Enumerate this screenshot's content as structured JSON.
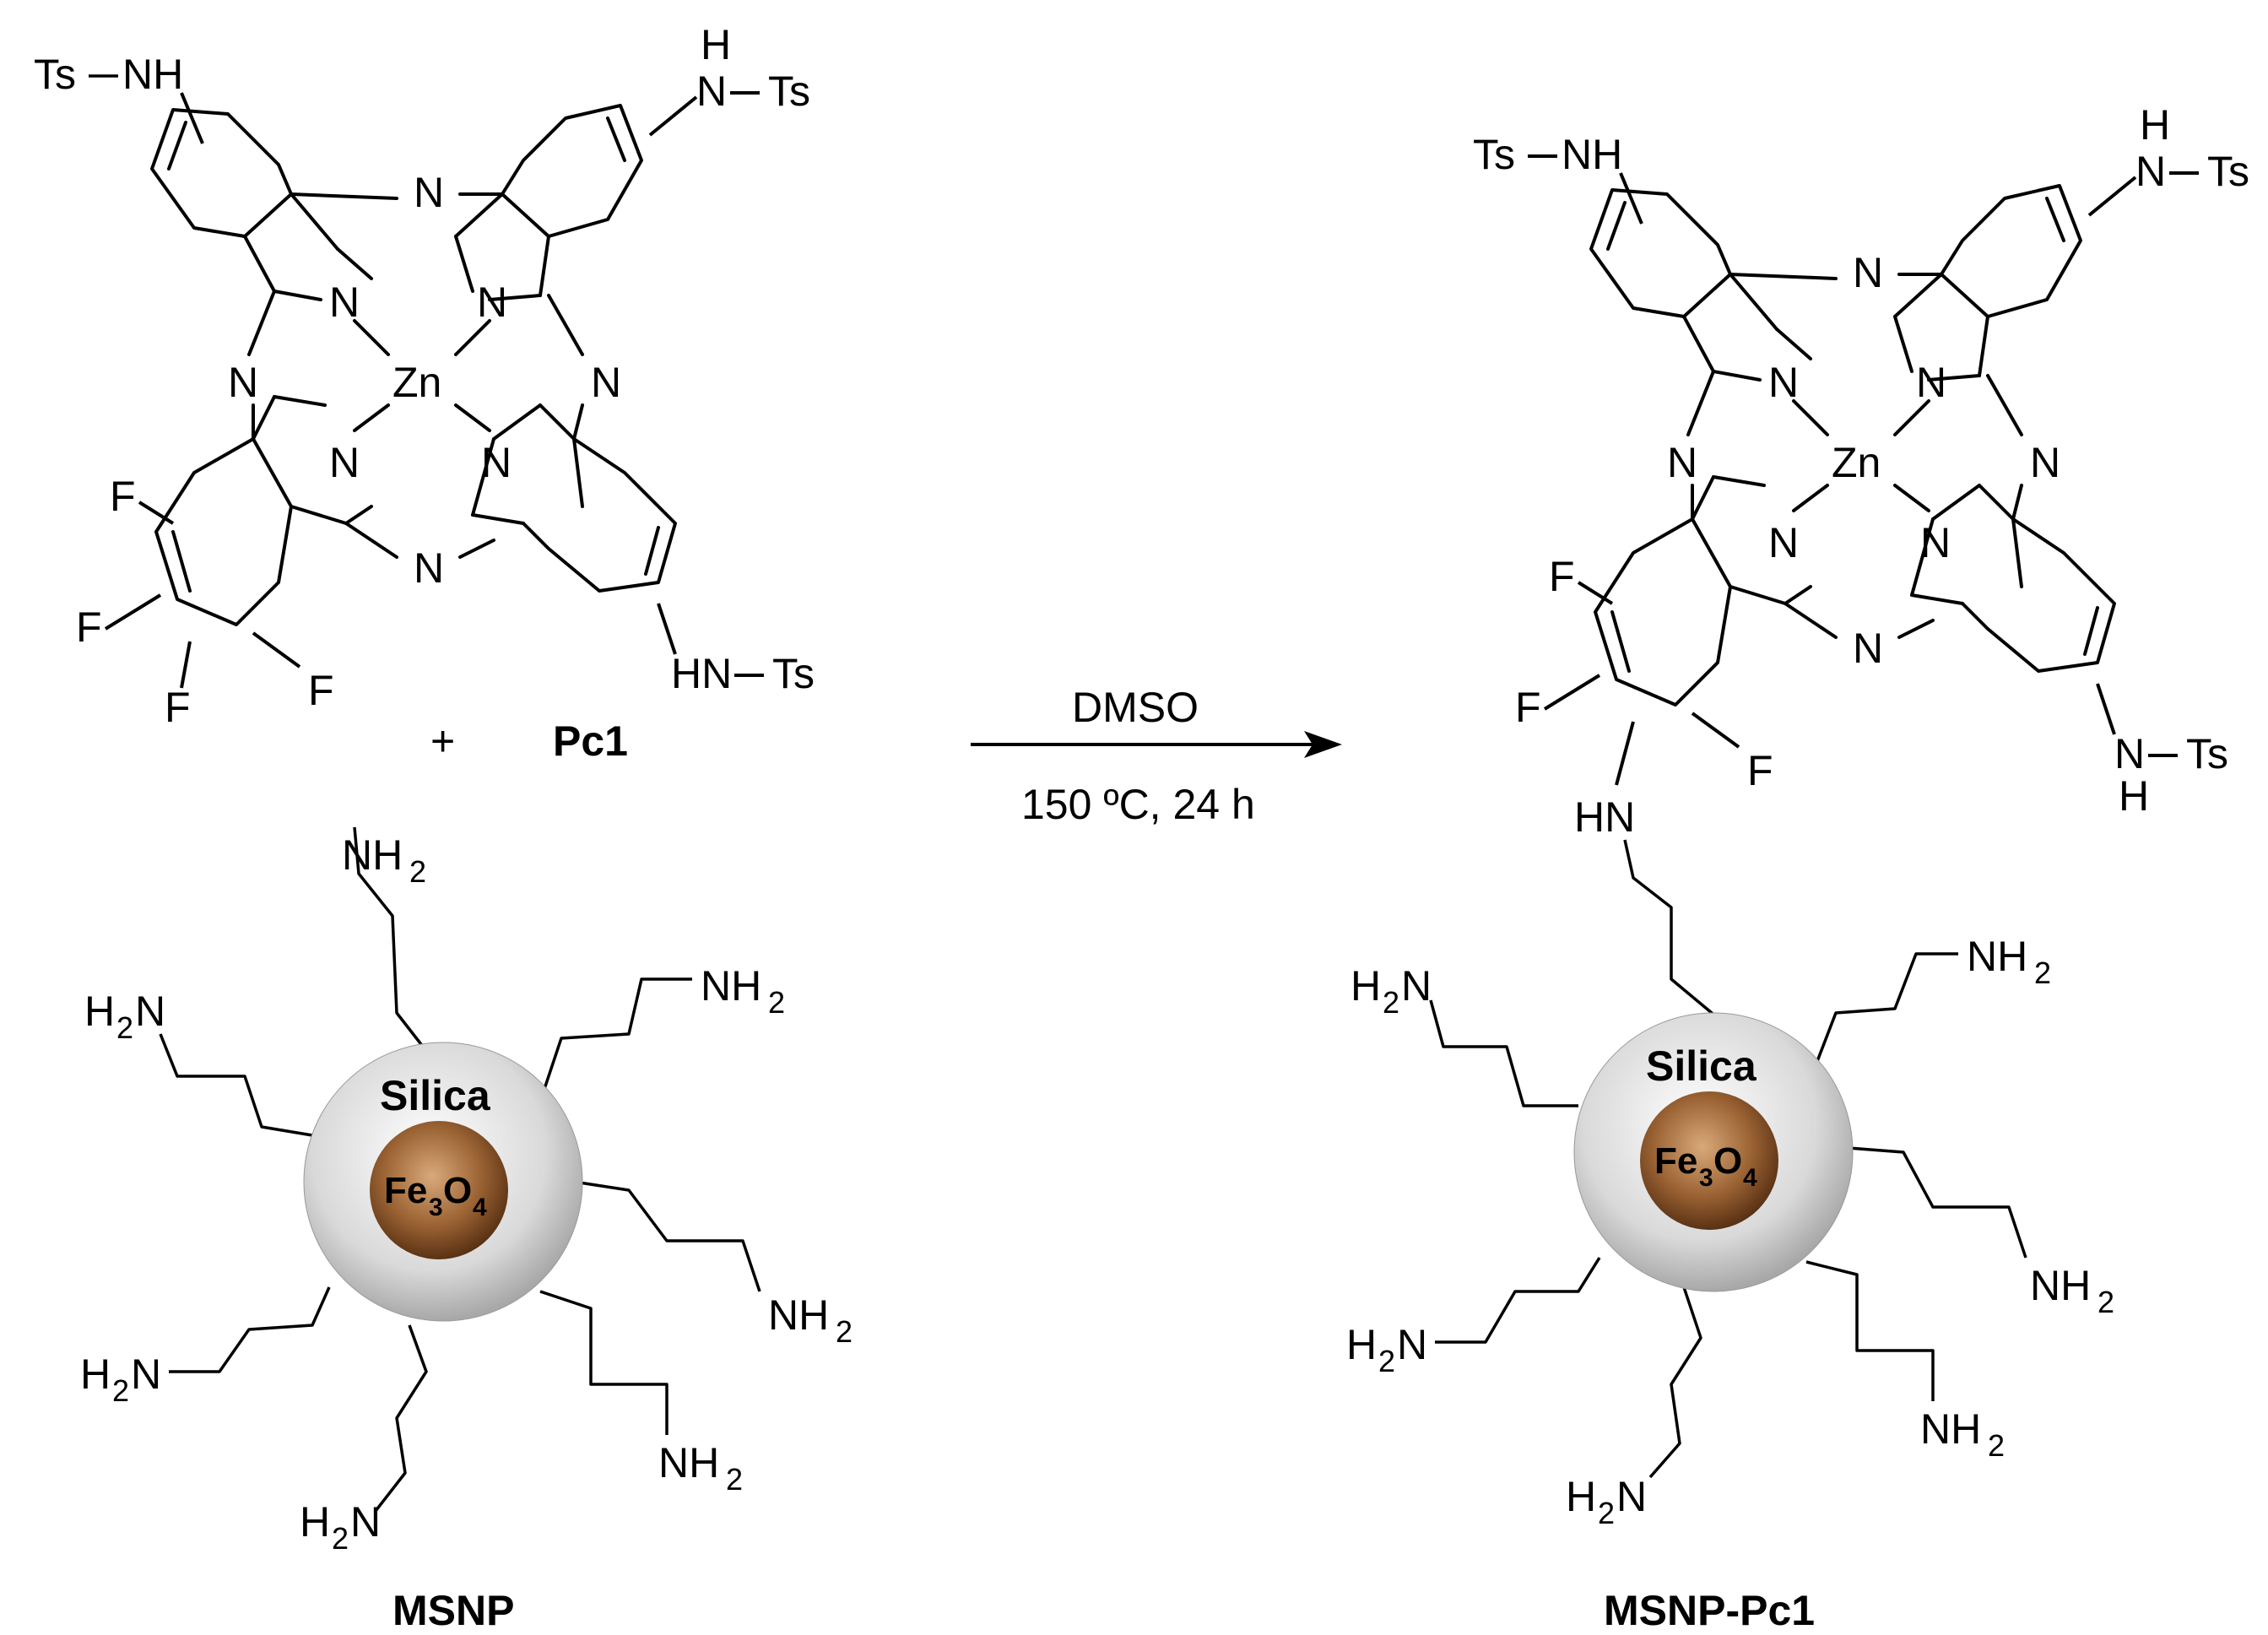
{
  "reagent_label": "Pc1",
  "plus_sign": "+",
  "nanoparticle_label": "MSNP",
  "product_label": "MSNP-Pc1",
  "conditions": {
    "solvent": "DMSO",
    "temperature_time": "150 ºC, 24 h"
  },
  "atoms": {
    "zn": "Zn",
    "n": "N",
    "f": "F",
    "ts_nh": "Ts",
    "nh": "NH",
    "hn": "HN",
    "h": "H",
    "nh2": "NH",
    "h2n": "H",
    "sub2": "2",
    "sub3": "3",
    "sub4": "4"
  },
  "shell_label": "Silica",
  "core_label": "Fe",
  "core_label_o": "O",
  "colors": {
    "silica_light": "#f5f5f5",
    "silica_dark": "#a8a8a8",
    "core_light": "#c89a6e",
    "core_dark": "#6b3e1a",
    "ink": "#000000"
  }
}
